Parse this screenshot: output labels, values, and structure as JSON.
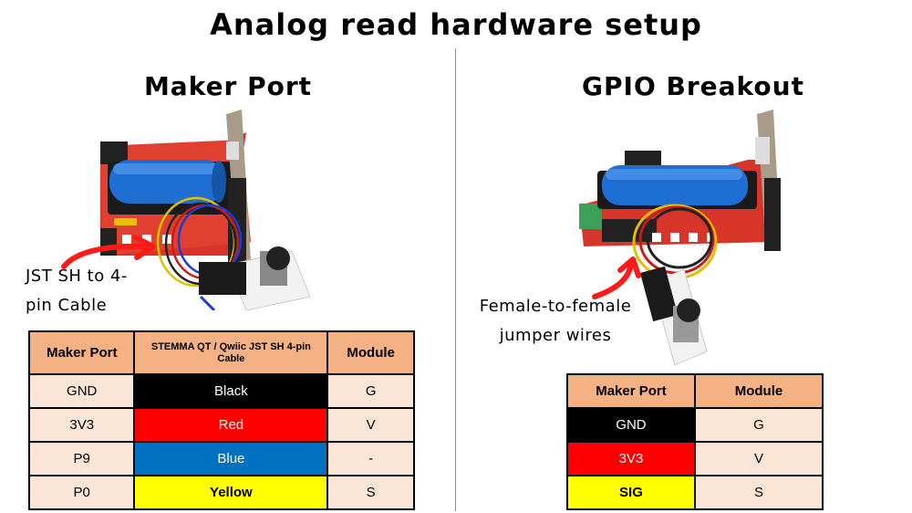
{
  "title": "Analog read hardware setup",
  "left_section": {
    "subtitle": "Maker Port",
    "callout": "JST SH to 4-pin Cable",
    "callout_lines": [
      "JST SH to 4-",
      "pin Cable"
    ],
    "photo_description": "Cytron board with blue 18650 battery, 4-wire JST SH cable (black, red, blue, yellow) connected to rotary potentiometer module",
    "table": {
      "headers": [
        "Maker Port",
        "STEMMA QT / Qwiic JST SH 4-pin Cable",
        "Module"
      ],
      "rows": [
        {
          "port": "GND",
          "wire": "Black",
          "module": "G",
          "color": "#000000"
        },
        {
          "port": "3V3",
          "wire": "Red",
          "module": "V",
          "color": "#ff0000"
        },
        {
          "port": "P9",
          "wire": "Blue",
          "module": "-",
          "color": "#0070c0"
        },
        {
          "port": "P0",
          "wire": "Yellow",
          "module": "S",
          "color": "#ffff00"
        }
      ]
    }
  },
  "right_section": {
    "subtitle": "GPIO Breakout",
    "callout": "Female-to-female jumper wires",
    "callout_lines": [
      "Female-to-female",
      "jumper wires"
    ],
    "photo_description": "Cytron board with blue 18650 battery, 3 jumper wires (black, red, yellow) connected from GPIO breakout to rotary potentiometer module",
    "table": {
      "headers": [
        "Maker Port",
        "Module"
      ],
      "rows": [
        {
          "port": "GND",
          "module": "G",
          "color": "#000000"
        },
        {
          "port": "3V3",
          "module": "V",
          "color": "#ff0000"
        },
        {
          "port": "SIG",
          "module": "S",
          "color": "#ffff00"
        }
      ]
    }
  },
  "colors": {
    "header_bg": "#f4b183",
    "cell_bg": "#fbe5d6",
    "divider": "#5b9bd5",
    "arrow": "#ff1a1a"
  }
}
